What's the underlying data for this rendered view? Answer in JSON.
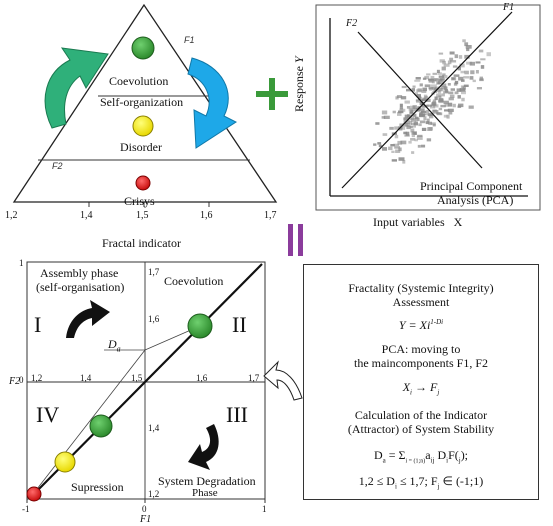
{
  "triangle": {
    "f1_label": "F1",
    "f2_label": "F2",
    "coevolution": "Coevolution",
    "self_organization": "Self-organization",
    "disorder": "Disorder",
    "crisys": "Crisys",
    "ticks": [
      "1,2",
      "1,4",
      "1,5",
      "1,6",
      "1,7"
    ],
    "axis_title": "Fractal indicator"
  },
  "pca_plot": {
    "f1_label": "F1",
    "f2_label": "F2",
    "y_label": "Response",
    "y_var": "Y",
    "caption_line1": "Principal Component",
    "caption_line2": "Analysis (PCA)",
    "x_label": "Input variables",
    "x_var": "X"
  },
  "quadrant_plot": {
    "assembly_line1": "Assembly phase",
    "assembly_line2": "(self-organisation)",
    "coevolution": "Coevolution",
    "q1": "I",
    "q2": "II",
    "q3": "III",
    "q4": "IV",
    "da_label": "D",
    "da_sub": "a",
    "suppression": "Supression",
    "degradation_line1": "System Degradation",
    "degradation_line2": "Phase",
    "x_ticks": [
      "1,2",
      "1,4",
      "1,5",
      "1,6",
      "1,7"
    ],
    "y_ticks": [
      "1,7",
      "1,6",
      "1,4",
      "1,2"
    ],
    "f1_axis": "F1",
    "f2_axis": "F2",
    "f1_ticks": [
      "-1",
      "0",
      "1"
    ],
    "f2_ticks": [
      "1",
      "0"
    ]
  },
  "assessment": {
    "title_line1": "Fractality (Systemic Integrity)",
    "title_line2": "Assessment",
    "formula1": "Y = Xi",
    "formula1_exp": "1-Di",
    "pca_line1": "PCA: moving to",
    "pca_line2": "the maincomponents F1, F2",
    "transform": "X",
    "transform_sub": "i",
    "transform_arrow": "→",
    "transform_to": "F",
    "transform_to_sub": "j",
    "calc_line1": "Calculation of the Indicator",
    "calc_line2": "(Attractor) of System Stability",
    "formula2": "D",
    "formula2_sub": "a",
    "formula2_rest": " = Σ",
    "formula2_range": "i = (1;n)",
    "formula2_tail": "a",
    "formula2_tail_sub": "ij",
    "formula2_end": " D",
    "formula2_end_sub": "i",
    "formula2_final": "F(",
    "formula2_final_sub": "j",
    "formula2_close": ");",
    "constraint": "1,2 ≤ D",
    "constraint_sub": "i",
    "constraint_mid": " ≤ 1,7;  F",
    "constraint_sub2": "j",
    "constraint_end": " ∈ (-1;1)"
  },
  "colors": {
    "green": "#3a9a3a",
    "yellow": "#f4e800",
    "red": "#e01818",
    "teal_arrow": "#2fb07a",
    "blue_arrow": "#1ea8e8",
    "plus": "#3a9a3a",
    "equals": "#8b3c9c"
  }
}
